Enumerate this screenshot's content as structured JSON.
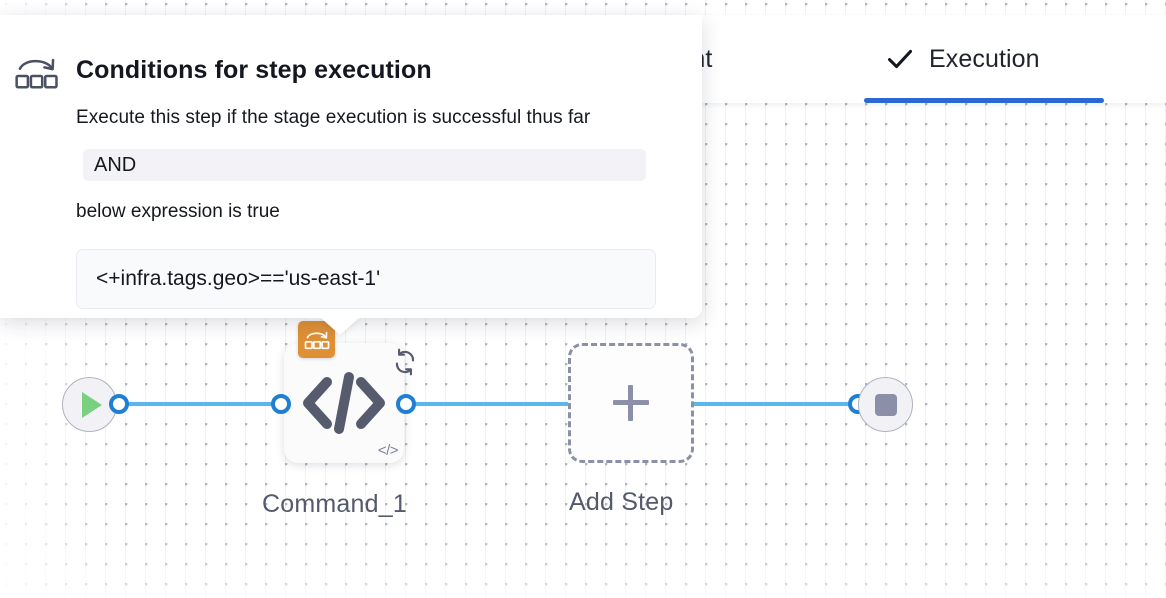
{
  "canvas": {
    "grid": "dot-grid",
    "dot_color": "#b3bac5",
    "line_color": "#8cbce6"
  },
  "tabs": [
    {
      "id": "environment",
      "label": "ronment",
      "full_label": "Environment",
      "icon": "",
      "active": false
    },
    {
      "id": "execution",
      "label": "Execution",
      "icon": "check-icon",
      "active": true
    }
  ],
  "accent": {
    "tab_underline": "#2a69d4",
    "connector": "#5cb6ee",
    "port_ring": "#1f7fd4",
    "badge_orange": "#df9036",
    "play_green": "#79d07f",
    "stop_gray": "#8b90a8"
  },
  "tooltip": {
    "icon": "shell-script-icon",
    "title": "Conditions for step execution",
    "description": "Execute this step if the stage execution is successful thus far",
    "operator": "AND",
    "subtext": "below expression is true",
    "expression": "<+infra.tags.geo>=='us-east-1'"
  },
  "pipeline": {
    "start_node": {
      "icon": "play-icon",
      "name": "start-node"
    },
    "end_node": {
      "icon": "stop-icon",
      "name": "end-node"
    },
    "step": {
      "label": "Command_1",
      "type_icon": "code-icon",
      "condition_badge_icon": "shell-script-icon",
      "loop_badge_icon": "looping-strategy-icon",
      "mini_icon_label": "</>"
    },
    "add_step": {
      "label": "Add Step",
      "icon": "plus-icon"
    }
  }
}
